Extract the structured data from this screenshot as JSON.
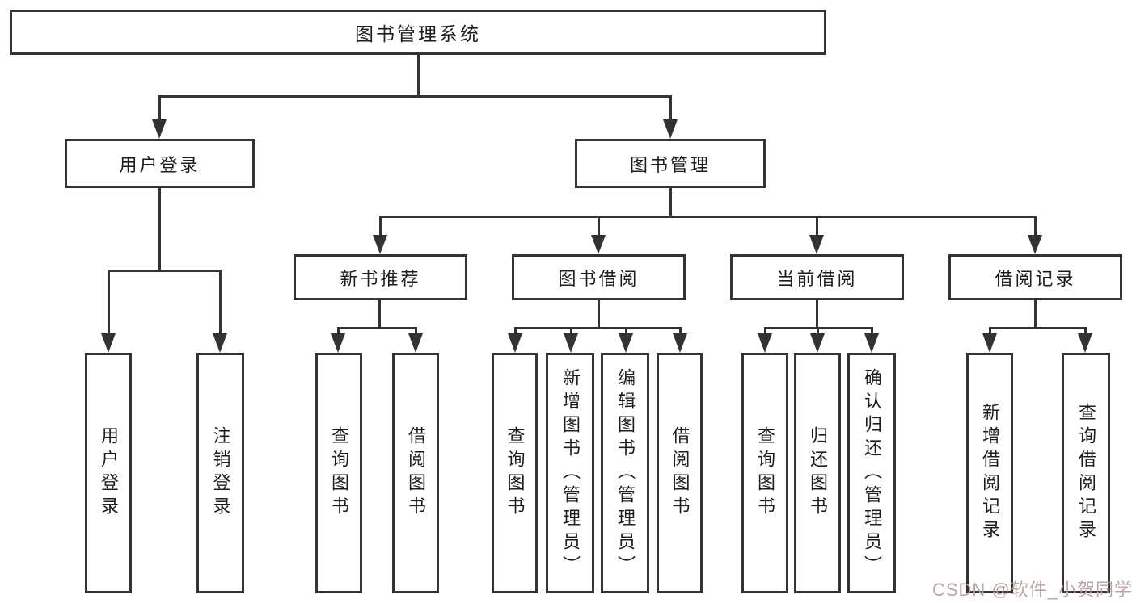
{
  "diagram": {
    "root": {
      "label": "图书管理系统"
    },
    "branches": [
      {
        "label": "用户登录",
        "children": [
          {
            "label": "用户登录"
          },
          {
            "label": "注销登录"
          }
        ]
      },
      {
        "label": "图书管理",
        "children": [
          {
            "label": "新书推荐",
            "children": [
              {
                "label": "查询图书"
              },
              {
                "label": "借阅图书"
              }
            ]
          },
          {
            "label": "图书借阅",
            "children": [
              {
                "label": "查询图书"
              },
              {
                "label": "新增图书（管理员）"
              },
              {
                "label": "编辑图书（管理员）"
              },
              {
                "label": "借阅图书"
              }
            ]
          },
          {
            "label": "当前借阅",
            "children": [
              {
                "label": "查询图书"
              },
              {
                "label": "归还图书"
              },
              {
                "label": "确认归还（管理员）"
              }
            ]
          },
          {
            "label": "借阅记录",
            "children": [
              {
                "label": "新增借阅记录"
              },
              {
                "label": "查询借阅记录"
              }
            ]
          }
        ]
      }
    ]
  },
  "watermark": {
    "text": "CSDN @软件_小贺同学",
    "color": "#b59c9c"
  },
  "colors": {
    "line": "#333333",
    "text": "#1d1d1f",
    "background": "#ffffff"
  }
}
